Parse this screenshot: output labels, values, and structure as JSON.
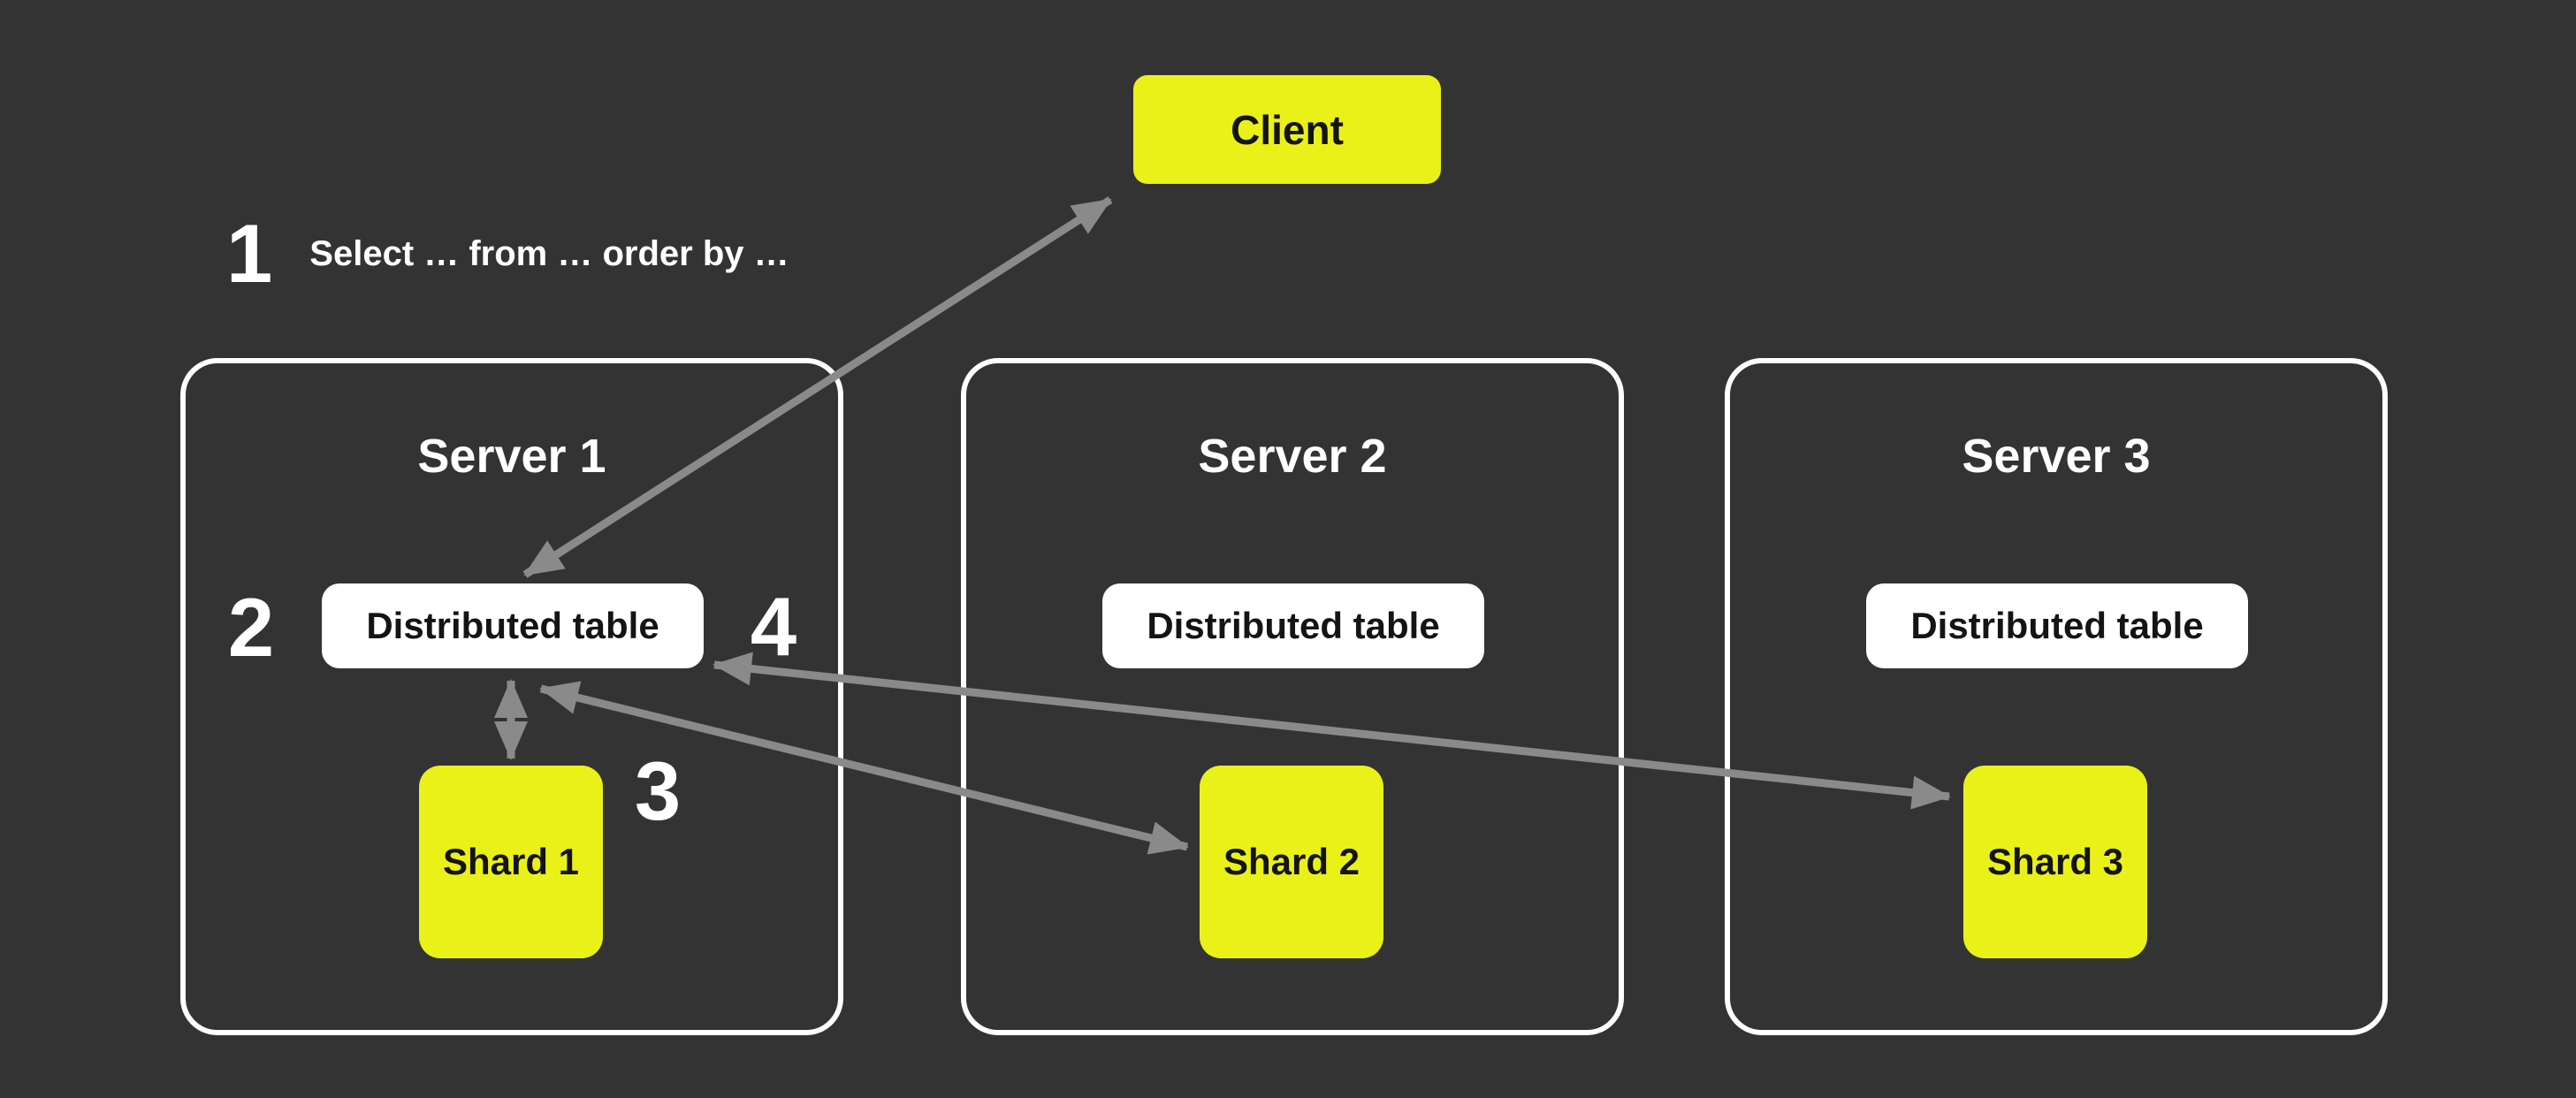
{
  "colors": {
    "background": "#333333",
    "node_yellow": "#EAF118",
    "node_white": "#FFFFFF",
    "arrow_gray": "#8A8A8A",
    "text_light": "#FFFFFF",
    "text_dark": "#141414"
  },
  "client": {
    "label": "Client"
  },
  "annotation": {
    "number": "1",
    "query": "Select … from … order by …"
  },
  "markers": {
    "step2": "2",
    "step3": "3",
    "step4": "4"
  },
  "servers": [
    {
      "title": "Server 1",
      "table": "Distributed table",
      "shard": "Shard 1"
    },
    {
      "title": "Server 2",
      "table": "Distributed table",
      "shard": "Shard 2"
    },
    {
      "title": "Server 3",
      "table": "Distributed table",
      "shard": "Shard 3"
    }
  ],
  "connections": [
    {
      "from": "Client",
      "to": "Server 1 Distributed table",
      "bidirectional": true
    },
    {
      "from": "Server 1 Distributed table",
      "to": "Shard 1",
      "bidirectional": true
    },
    {
      "from": "Server 1 Distributed table",
      "to": "Shard 2",
      "bidirectional": true
    },
    {
      "from": "Server 1 Distributed table",
      "to": "Shard 3",
      "bidirectional": true
    }
  ]
}
